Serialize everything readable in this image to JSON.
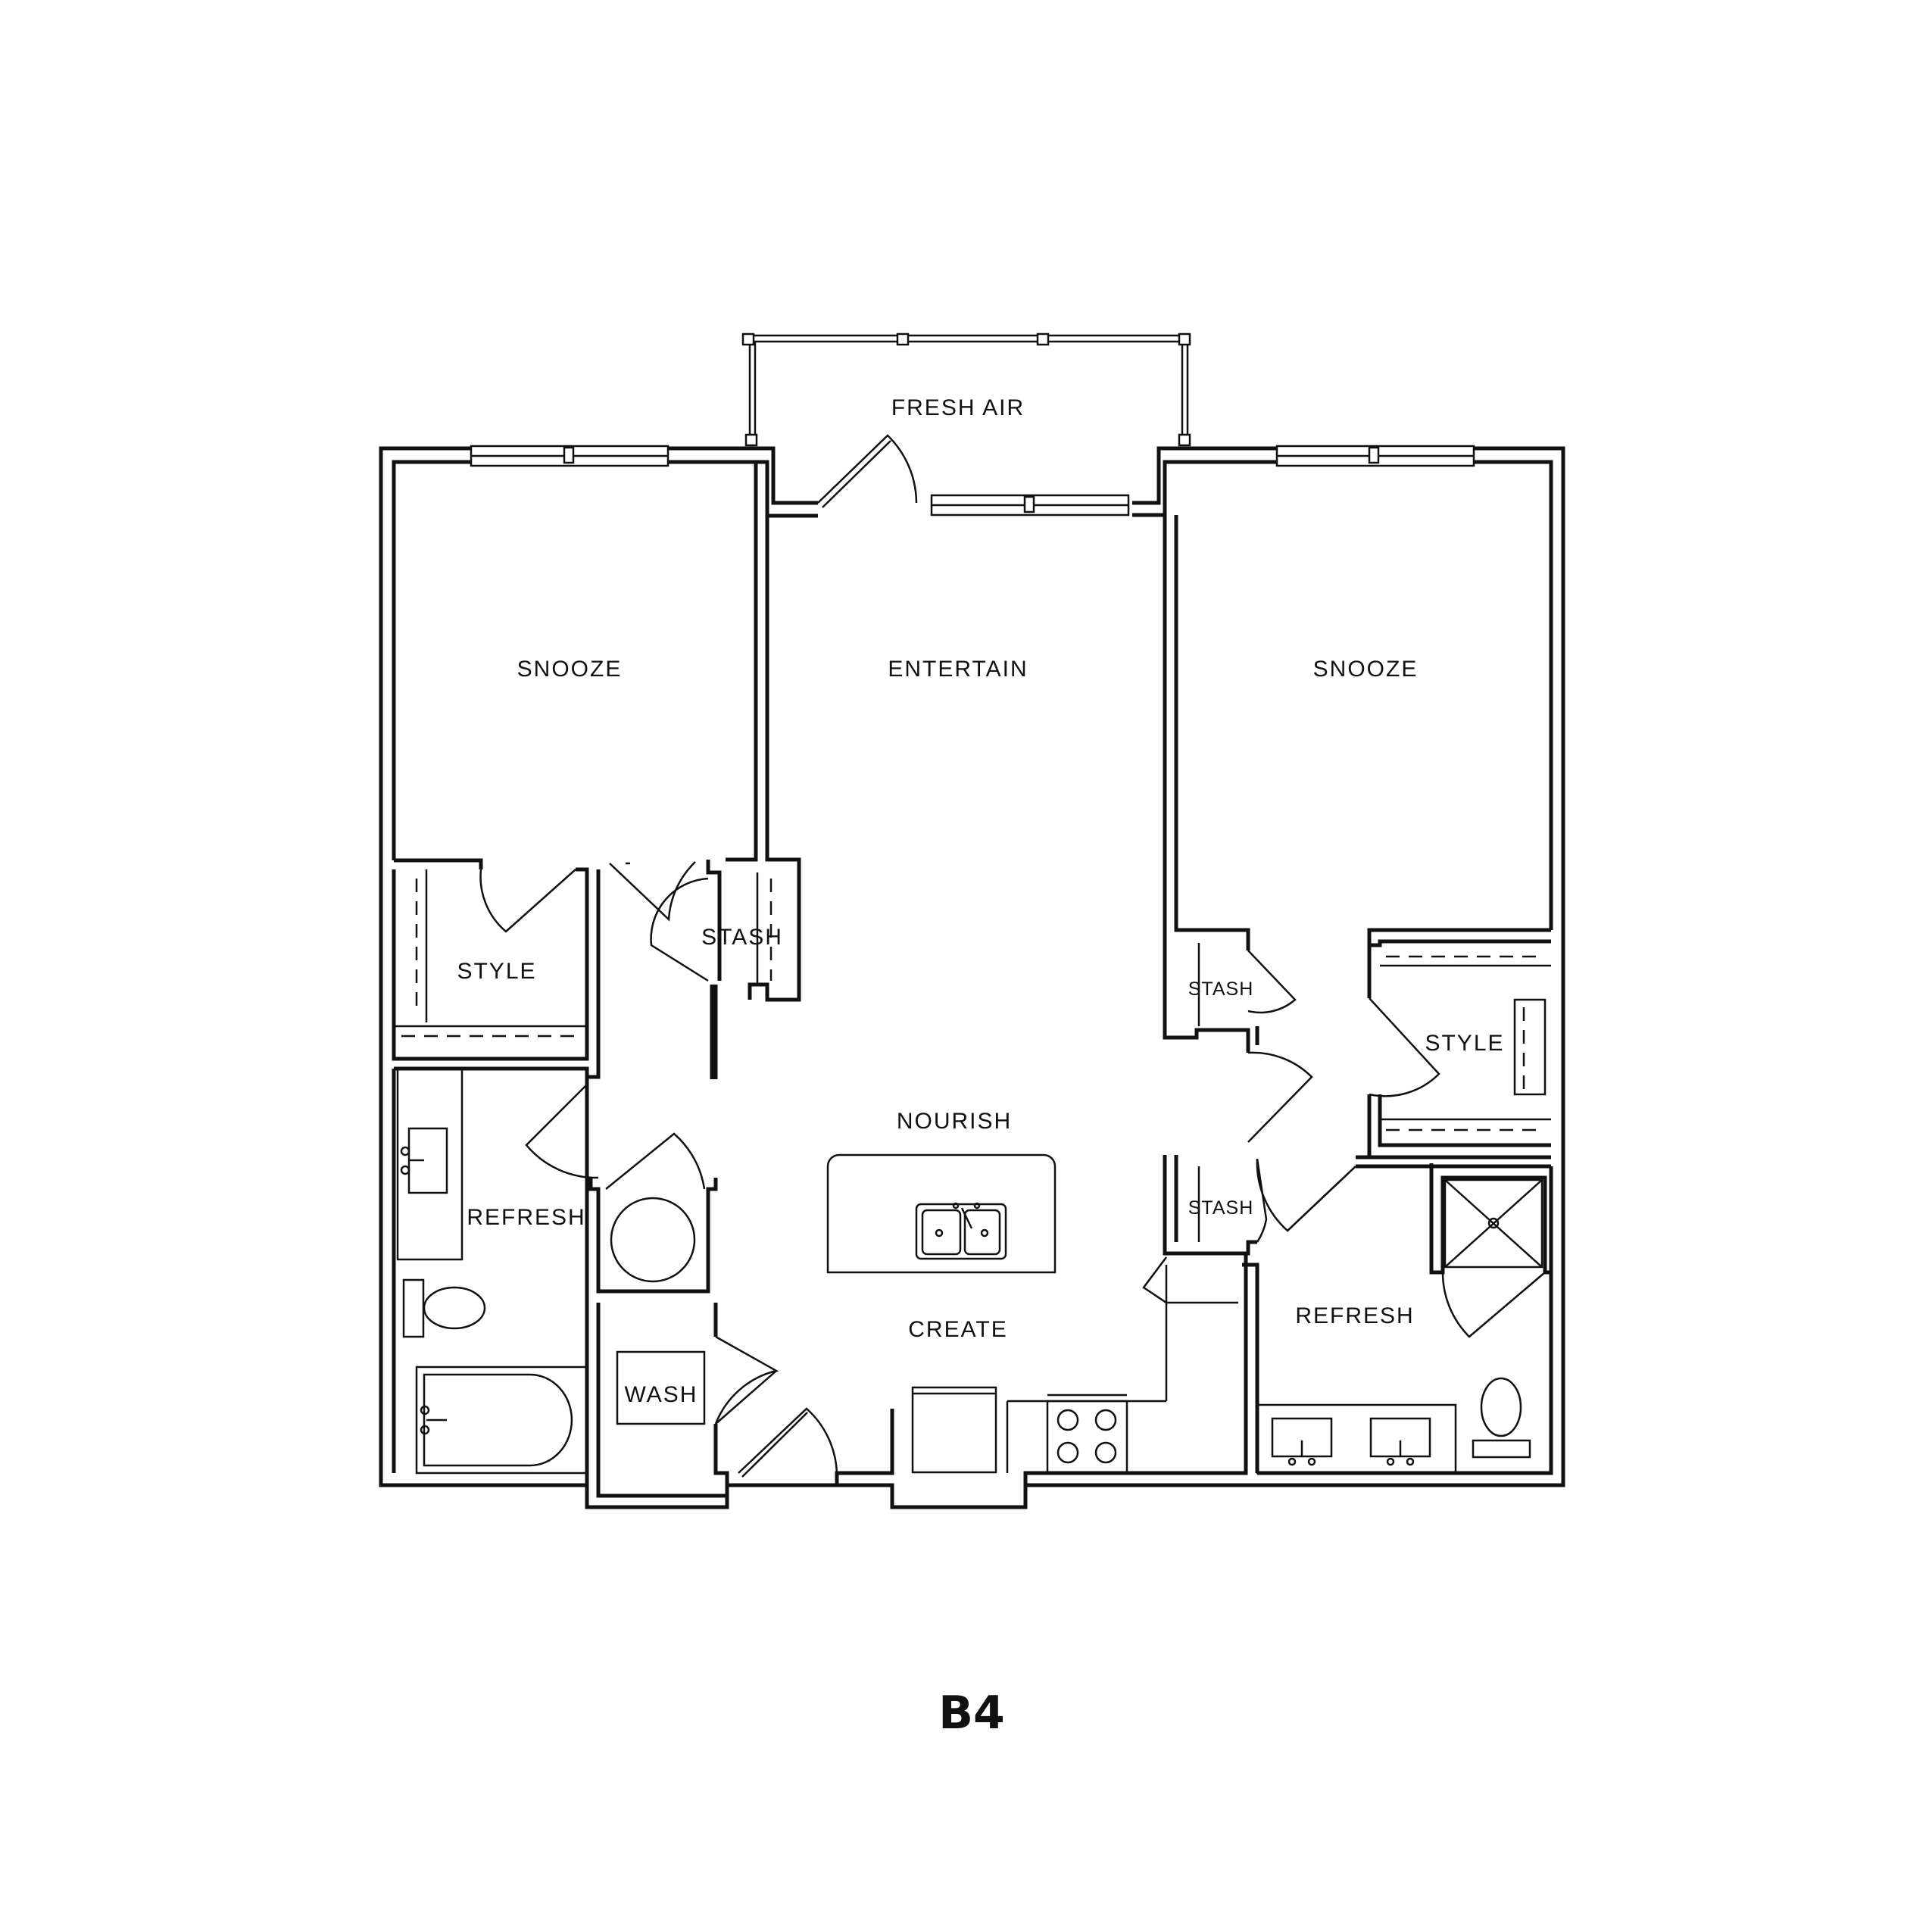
{
  "plan": {
    "unit_name": "B4",
    "rooms": {
      "fresh_air": "FRESH AIR",
      "snooze_left": "SNOOZE",
      "entertain": "ENTERTAIN",
      "snooze_right": "SNOOZE",
      "style_left": "STYLE",
      "stash_center": "STASH",
      "stash_right_upper": "STASH",
      "style_right": "STYLE",
      "nourish": "NOURISH",
      "refresh_left": "REFRESH",
      "stash_right_lower": "STASH",
      "refresh_right": "REFRESH",
      "create": "CREATE",
      "wash": "WASH"
    },
    "colors": {
      "line": "#111111",
      "background": "#ffffff"
    }
  }
}
